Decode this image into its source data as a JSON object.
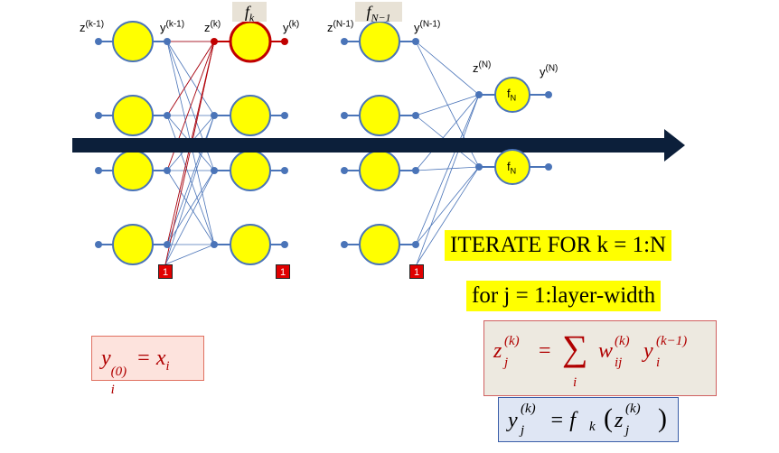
{
  "labels": {
    "z_km1": "z",
    "z_km1_sup": "(k-1)",
    "y_km1": "y",
    "y_km1_sup": "(k-1)",
    "z_k": "z",
    "z_k_sup": "(k)",
    "y_k": "y",
    "y_k_sup": "(k)",
    "z_Nm1": "z",
    "z_Nm1_sup": "(N-1)",
    "y_Nm1": "y",
    "y_Nm1_sup": "(N-1)",
    "z_N": "z",
    "z_N_sup": "(N)",
    "y_N": "y",
    "y_N_sup": "(N)"
  },
  "function_headers": {
    "fk_base": "f",
    "fk_sub": "k",
    "fNm1_base": "f",
    "fNm1_sub": "N−1"
  },
  "output_neurons": {
    "base": "f",
    "sub": "N"
  },
  "bias_label": "1",
  "iterate_text": "ITERATE FOR  k =  1:N",
  "for_j_text": "for j = 1:layer-width",
  "equations": {
    "init": {
      "y": "y",
      "i": "i",
      "sup0": "(0)",
      "rhs": "= x",
      "rhs_sub": "i"
    },
    "sum": {
      "z": "z",
      "j": "j",
      "supk": "(k)",
      "eq": "=",
      "sigma": "∑",
      "sigma_sub": "i",
      "w": "w",
      "ij": "ij",
      "wsup": "(k)",
      "y": "y",
      "i": "i",
      "ysup": "(k−1)"
    },
    "act": {
      "y": "y",
      "j": "j",
      "supk": "(k)",
      "eq": "= f",
      "f_sub": "k",
      "lparen": "(",
      "z": "z",
      "z_sub": "j",
      "z_sup": "(k)",
      "rparen": ")"
    }
  },
  "colors": {
    "neuron_fill": "#ffff00",
    "neuron_stroke": "#4a74b8",
    "highlight_stroke": "#c00000",
    "arrow_fill": "#0c1f3a",
    "bias_fill": "#e00000"
  }
}
